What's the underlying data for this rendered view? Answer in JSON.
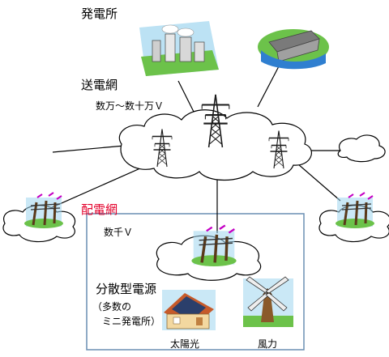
{
  "labels": {
    "power_plant": "発電所",
    "transmission_grid": "送電網",
    "transmission_voltage": "数万〜数十万Ｖ",
    "distribution_grid": "配電網",
    "distribution_voltage": "数千Ｖ",
    "distributed_source": "分散型電源",
    "distributed_note_line1": "（多数の",
    "distributed_note_line2": "ミニ発電所）",
    "solar": "太陽光",
    "wind": "風力"
  },
  "colors": {
    "distribution_red": "#e4002b",
    "box_border": "#6a8fb3",
    "cloud_stroke": "#000000",
    "tower": "#1a1a1a",
    "ground_green": "#6cc24a",
    "sky_blue": "#9fd6ef"
  },
  "icons": {
    "thermal_plant": "thermal-power-plant-icon",
    "hydro_dam": "hydro-dam-icon",
    "tower": "transmission-tower-icon",
    "pole": "utility-pole-icon",
    "house": "solar-house-icon",
    "windmill": "windmill-icon"
  }
}
